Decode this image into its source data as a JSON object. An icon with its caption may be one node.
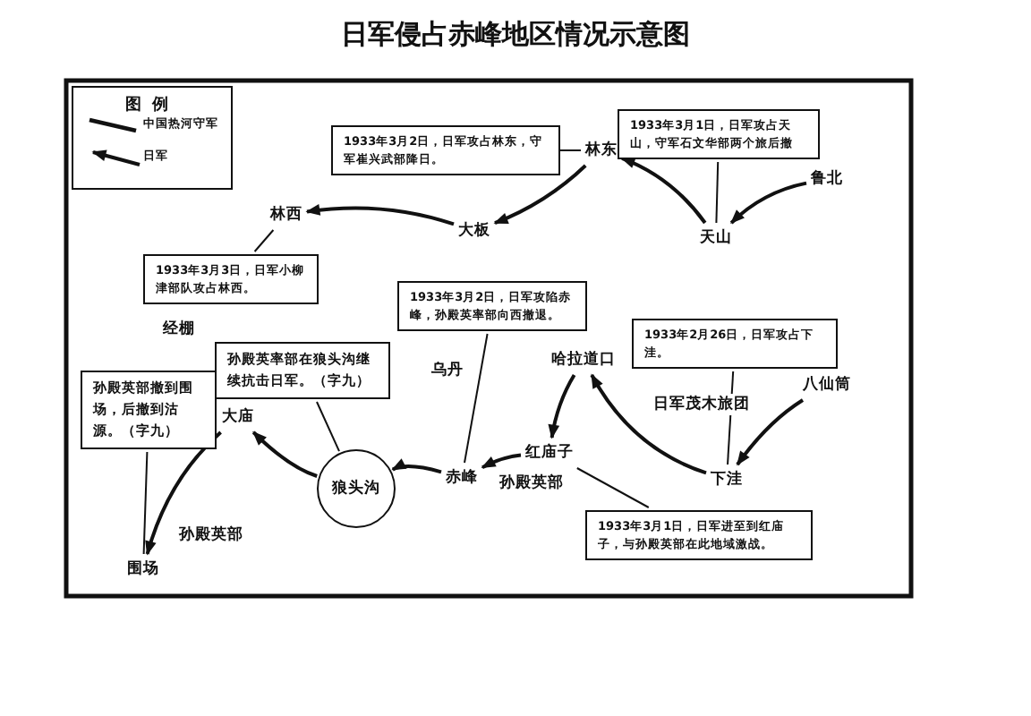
{
  "diagram": {
    "title": "日军侵占赤峰地区情况示意图",
    "nodes": [
      {
        "text": [
          "1933年3月2日，日军攻占林东，守军崔兴武部降日。"
        ]
      },
      {
        "text": [
          "林东"
        ]
      },
      {
        "text": [
          "1933年3月1日，日军攻占天山，守军石文华部两个旅后撤"
        ]
      },
      {
        "text": [
          "鲁北"
        ]
      },
      {
        "text": [
          "林西"
        ]
      },
      {
        "text": [
          "大板"
        ]
      },
      {
        "text": [
          "天山"
        ]
      },
      {
        "text": [
          "1933年3月3日，日军小柳津部队攻占林西。"
        ]
      },
      {
        "text": [
          "1933年3月2日，日军攻陷赤峰，孙殿英率部向西撤退。"
        ]
      },
      {
        "text": [
          "孙殿英率部在狼头沟继续抗击日军。（字九）"
        ]
      },
      {
        "text": [
          "1933年2月26日，日军攻占下洼。"
        ]
      },
      {
        "text": [
          "哈拉道口"
        ]
      },
      {
        "text": [
          "孙殿英部撤到围场，后撤到沽源。（字九）"
        ]
      },
      {
        "text": [
          "大庙"
        ]
      },
      {
        "text": [
          "八仙筒"
        ]
      },
      {
        "text": [
          "红庙子"
        ]
      },
      {
        "text": [
          "赤峰"
        ]
      },
      {
        "text": [
          "狼头沟"
        ]
      },
      {
        "text": [
          "下洼"
        ]
      },
      {
        "text": [
          "围场"
        ]
      },
      {
        "text": [
          "1933年3月1日，日军进至到红庙子，与孙殿英部在此地域激战。"
        ]
      }
    ],
    "edges": [
      {
        "from": 0,
        "to": 1,
        "arrow": "none"
      },
      {
        "from": 2,
        "to": 6,
        "arrow": "none"
      },
      {
        "from": 7,
        "to": 4,
        "arrow": "none"
      },
      {
        "from": 8,
        "to": 16,
        "arrow": "none"
      },
      {
        "from": 10,
        "to": 18,
        "arrow": "none"
      },
      {
        "from": 9,
        "to": 17,
        "arrow": "none"
      },
      {
        "from": 12,
        "to": 19,
        "arrow": "none"
      },
      {
        "from": 20,
        "to": 15,
        "arrow": "none"
      },
      {
        "from": 5,
        "to": 4,
        "arrow": "to"
      },
      {
        "from": 1,
        "to": 5,
        "arrow": "to"
      },
      {
        "from": 6,
        "to": 1,
        "arrow": "to"
      },
      {
        "from": 3,
        "to": 6,
        "arrow": "to"
      },
      {
        "from": 14,
        "to": 18,
        "arrow": "to"
      },
      {
        "from": 18,
        "to": 11,
        "arrow": "to"
      },
      {
        "from": 11,
        "to": 15,
        "arrow": "to"
      },
      {
        "from": 15,
        "to": 16,
        "arrow": "to"
      },
      {
        "from": 16,
        "to": 17,
        "arrow": "to"
      },
      {
        "from": 17,
        "to": 13,
        "arrow": "to"
      },
      {
        "from": 13,
        "to": 19,
        "arrow": "to"
      }
    ],
    "labels": [
      "图例",
      "经棚",
      "乌丹",
      "日军茂木旅团",
      "孙殿英部",
      "孙殿英部"
    ],
    "legend": [
      {
        "text": "中国热河守军"
      },
      {
        "text": "日军"
      }
    ]
  }
}
